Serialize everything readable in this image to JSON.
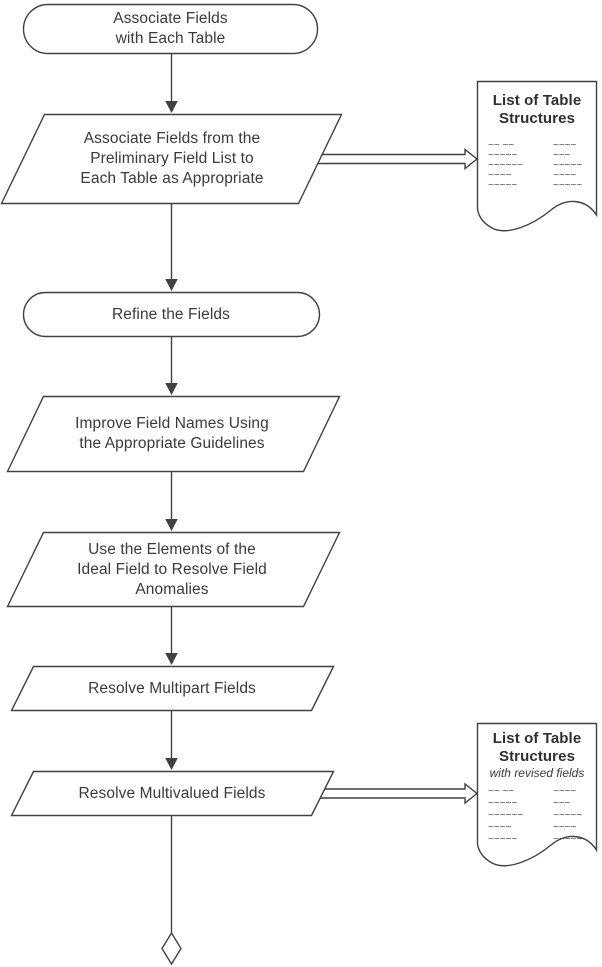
{
  "flowchart": {
    "title": "Field association and refinement flowchart",
    "colors": {
      "stroke": "#414141",
      "text": "#3a3a3a",
      "background": "#ffffff"
    },
    "nodes": [
      {
        "type": "terminator",
        "label": "Associate Fields\nwith Each Table"
      },
      {
        "type": "parallelogram",
        "label": "Associate Fields from the\nPreliminary Field List to\nEach Table as Appropriate"
      },
      {
        "type": "terminator",
        "label": "Refine the Fields"
      },
      {
        "type": "parallelogram",
        "label": "Improve Field Names Using\nthe Appropriate Guidelines"
      },
      {
        "type": "parallelogram",
        "label": "Use the Elements of the\nIdeal Field to Resolve Field\nAnomalies"
      },
      {
        "type": "parallelogram",
        "label": "Resolve Multipart Fields"
      },
      {
        "type": "parallelogram",
        "label": "Resolve Multivalued Fields"
      }
    ],
    "documents": [
      {
        "title": "List of Table\nStructures",
        "subtitle": "",
        "left_column": "~~ ~~\n~~~~~\n~~~~~~\n~~~~\n~~~~~",
        "right_column": "~~~~\n~~~\n~~~~~\n~~~~\n~~~~~"
      },
      {
        "title": "List of Table\nStructures",
        "subtitle": "with revised fields",
        "left_column": "~~ ~~\n~~~~~\n~~~~~~\n~~~~\n~~~~~",
        "right_column": "~~~~\n~~~\n~~~~~\n~~~~\n~~~~~"
      }
    ],
    "connector": {
      "type": "off-page-diamond"
    }
  }
}
